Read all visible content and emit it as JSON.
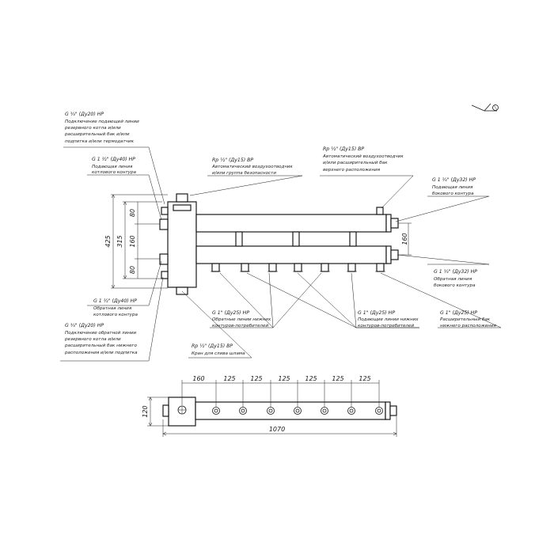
{
  "callouts": {
    "top_left": {
      "title": "G ¾\" (Ду20) НР",
      "lines": [
        "Подключение подающей линии",
        "резервного котла и/или",
        "расширительный бак и/или",
        "подпитка и/или термодатчик"
      ]
    },
    "supply_boiler": {
      "title": "G 1 ½\" (Ду40) НР",
      "lines": [
        "Подающая линия",
        "котлового контура"
      ]
    },
    "air_vent_top": {
      "title": "Rp ½\" (Ду15) ВР",
      "lines": [
        "Автоматический воздухоотводчик",
        "и/или группа безопасности"
      ]
    },
    "air_vent_right": {
      "title": "Rp ½\" (Ду15) ВР",
      "lines": [
        "Автоматический воздухоотводчик",
        "и/или расширительный бак",
        "верхнего расположения"
      ]
    },
    "supply_side": {
      "title": "G 1 ¼\" (Ду32) НР",
      "lines": [
        "Подающая линия",
        "бокового контура"
      ]
    },
    "return_side": {
      "title": "G 1 ¼\" (Ду32) НР",
      "lines": [
        "Обратная линия",
        "бокового контура"
      ]
    },
    "return_boiler": {
      "title": "G 1 ½\" (Ду40) НР",
      "lines": [
        "Обратная линия",
        "котлового контура"
      ]
    },
    "bottom_left": {
      "title": "G ¾\" (Ду20) НР",
      "lines": [
        "Подключение обратной линии",
        "резервного котла и/или",
        "расширительный бак нижнего",
        "расположения и/или подпитка"
      ]
    },
    "drain": {
      "title": "Rp ½\" (Ду15) ВР",
      "lines": [
        "Кран для слива шлама"
      ]
    },
    "return_lower": {
      "title": "G 1\" (Ду25) НР",
      "lines": [
        "Обратные линии нижних",
        "контуров-потребителей"
      ]
    },
    "supply_lower": {
      "title": "G 1\" (Ду25) НР",
      "lines": [
        "Подающие линии нижних",
        "контуров-потребителей"
      ]
    },
    "exp_tank_lower": {
      "title": "G 1\" (Ду25) НР",
      "lines": [
        "Расширительный бак",
        "нижнего расположения"
      ]
    }
  },
  "dimensions": {
    "total_height": "425",
    "inner_height": "315",
    "top_offset": "80",
    "middle_spacing": "160",
    "bottom_offset": "80",
    "side_spacing": "160",
    "plan_depth": "120",
    "plan_first": "160",
    "plan_step": "125",
    "plan_total": "1070"
  }
}
